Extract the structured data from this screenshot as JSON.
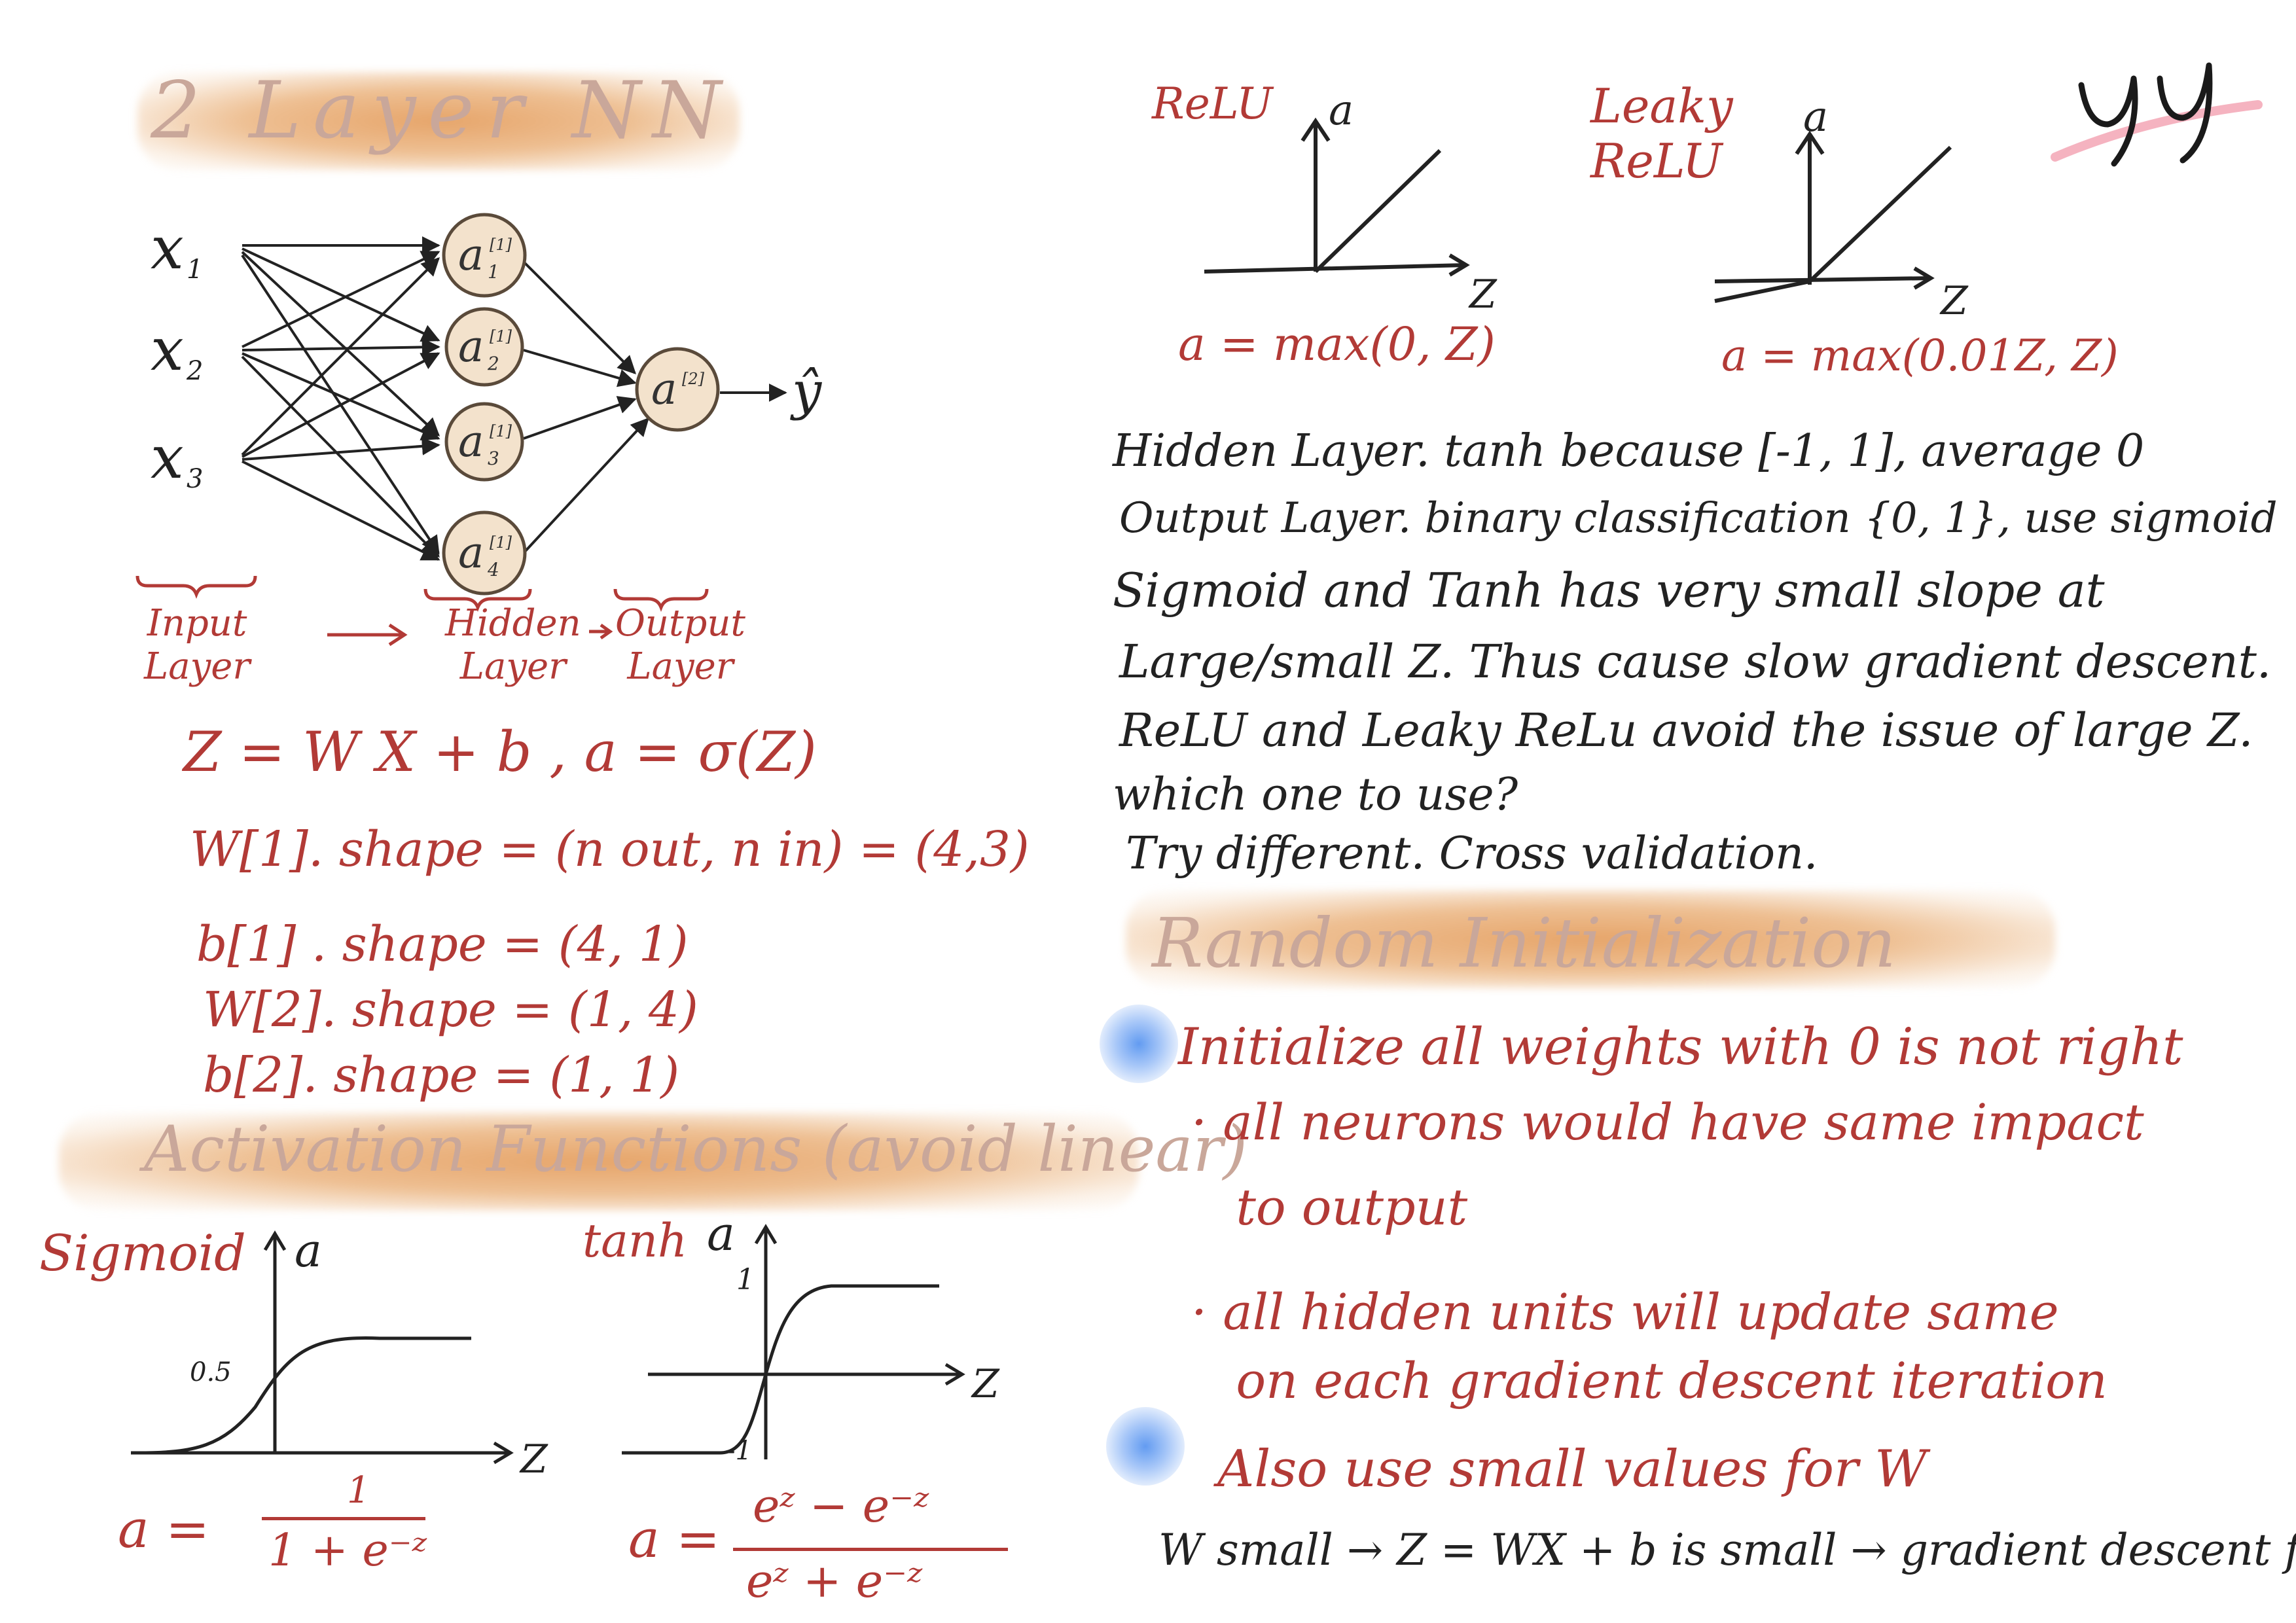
{
  "signature": "yy",
  "left": {
    "title": "2 Layer NN",
    "inputs": [
      "x",
      "x",
      "x"
    ],
    "input_subs": [
      "1",
      "2",
      "3"
    ],
    "hidden_neurons": [
      "a",
      "a",
      "a",
      "a"
    ],
    "hidden_subs": [
      "1",
      "2",
      "3",
      "4"
    ],
    "hidden_sups": [
      "[1]",
      "[1]",
      "[1]",
      "[1]"
    ],
    "output_neuron": "a",
    "output_sup": "[2]",
    "output_arrow_label": "→ ŷ",
    "layer_labels": {
      "input": "Input\nLayer",
      "hidden": "Hidden\nLayer",
      "output": "Output\nLayer"
    },
    "equations": [
      "Z = W X + b ,  a = σ(Z)",
      "W[1]. shape = (n out, n in) = (4,3)",
      "b[1] . shape = (4, 1)",
      "W[2]. shape = (1, 4)",
      "b[2]. shape = (1, 1)"
    ],
    "activation_title": "Activation  Functions (avoid linear)",
    "sigmoid": {
      "name": "Sigmoid",
      "y_axis": "a",
      "x_axis": "Z",
      "mid_label": "0.5",
      "formula_lhs": "a =",
      "formula_num": "1",
      "formula_den": "1 + e⁻ᶻ"
    },
    "tanh": {
      "name": "tanh",
      "y_axis": "a",
      "x_axis": "Z",
      "top_label": "1",
      "bottom_label": "-1",
      "formula_lhs": "a =",
      "formula_num": "eᶻ − e⁻ᶻ",
      "formula_den": "eᶻ + e⁻ᶻ"
    }
  },
  "right": {
    "relu": {
      "name": "ReLU",
      "y_axis": "a",
      "x_axis": "Z",
      "formula": "a = max(0, Z)"
    },
    "leaky_relu": {
      "name": "Leaky\nReLU",
      "y_axis": "a",
      "x_axis": "Z",
      "formula": "a = max(0.01Z, Z)"
    },
    "notes": [
      "Hidden Layer. tanh because [-1, 1], average 0",
      "Output Layer. binary classification {0, 1}, use sigmoid",
      "Sigmoid and Tanh has very small slope at",
      "Large/small Z. Thus cause slow gradient descent.",
      "ReLU and Leaky ReLu avoid the issue of large Z.",
      "which one to use?",
      " Try different. Cross validation."
    ],
    "random_init_title": "Random  Initialization",
    "bullets": [
      "Initialize all weights with 0 is not right",
      "Also use small values for W"
    ],
    "sub_bullets": [
      "· all neurons would have same impact",
      "  to output",
      "· all hidden units will update same",
      "  on each gradient descent iteration"
    ],
    "final_line": "W small → Z = WX + b is small → gradient descent fast"
  },
  "colors": {
    "ink_dark": "#222222",
    "ink_red": "#b23a36",
    "highlight_orange": "#e8a060",
    "bullet_blue": "#5a96f0",
    "signature_pink": "#f2a0b0"
  }
}
